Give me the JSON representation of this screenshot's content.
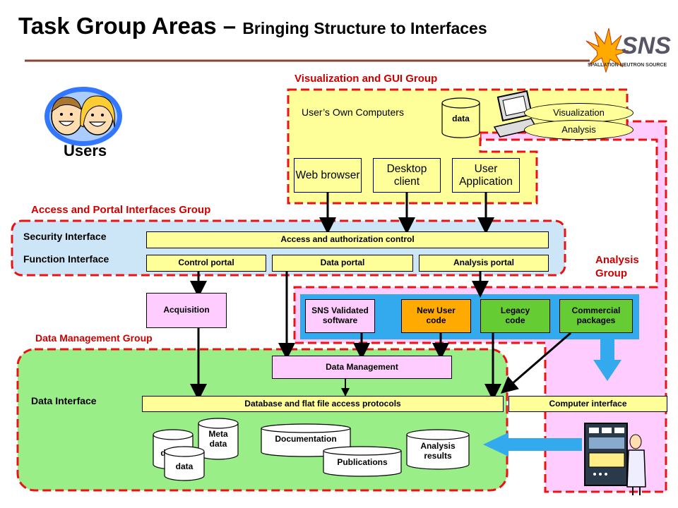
{
  "title": {
    "main": "Task Group Areas",
    "dash": " – ",
    "sub": "Bringing Structure to Interfaces"
  },
  "logo": {
    "letters": "SNS",
    "caption": "SPALLATION NEUTRON SOURCE"
  },
  "users": {
    "label": "Users"
  },
  "groups": {
    "visualization_gui": "Visualization and GUI Group",
    "access_portal": "Access and Portal Interfaces Group",
    "data_management": "Data Management Group",
    "analysis": "Analysis Group"
  },
  "visualization": {
    "own_computers": "User’s Own Computers",
    "data_cylinder": "data",
    "visualization_label": "Visualization",
    "analysis_label": "Analysis",
    "clients": [
      "Web browser",
      "Desktop client",
      "User Application"
    ]
  },
  "access": {
    "security_interface": "Security Interface",
    "function_interface": "Function Interface",
    "access_control": "Access and authorization control",
    "portals": [
      "Control portal",
      "Data portal",
      "Analysis portal"
    ]
  },
  "acquisition": "Acquisition",
  "analysis_software": [
    "SNS Validated software",
    "New User code",
    "Legacy code",
    "Commercial packages"
  ],
  "data_mgmt": {
    "data_interface": "Data Interface",
    "data_management": "Data Management",
    "db_protocols": "Database and flat file access protocols",
    "computer_interface": "Computer interface",
    "stores": {
      "meta": "Meta data",
      "data_back": "d",
      "data_front": "data",
      "documentation": "Documentation",
      "publications": "Publications",
      "analysis_results": "Analysis results"
    }
  },
  "colors": {
    "red_dash": "#ee1111",
    "yellow_zone": "#ffff99",
    "blue_zone": "#cce6f7",
    "green_zone": "#99ee88",
    "pink_zone": "#ffccff",
    "analysis_blue": "#33aaee",
    "group_label": "#cc0000"
  }
}
